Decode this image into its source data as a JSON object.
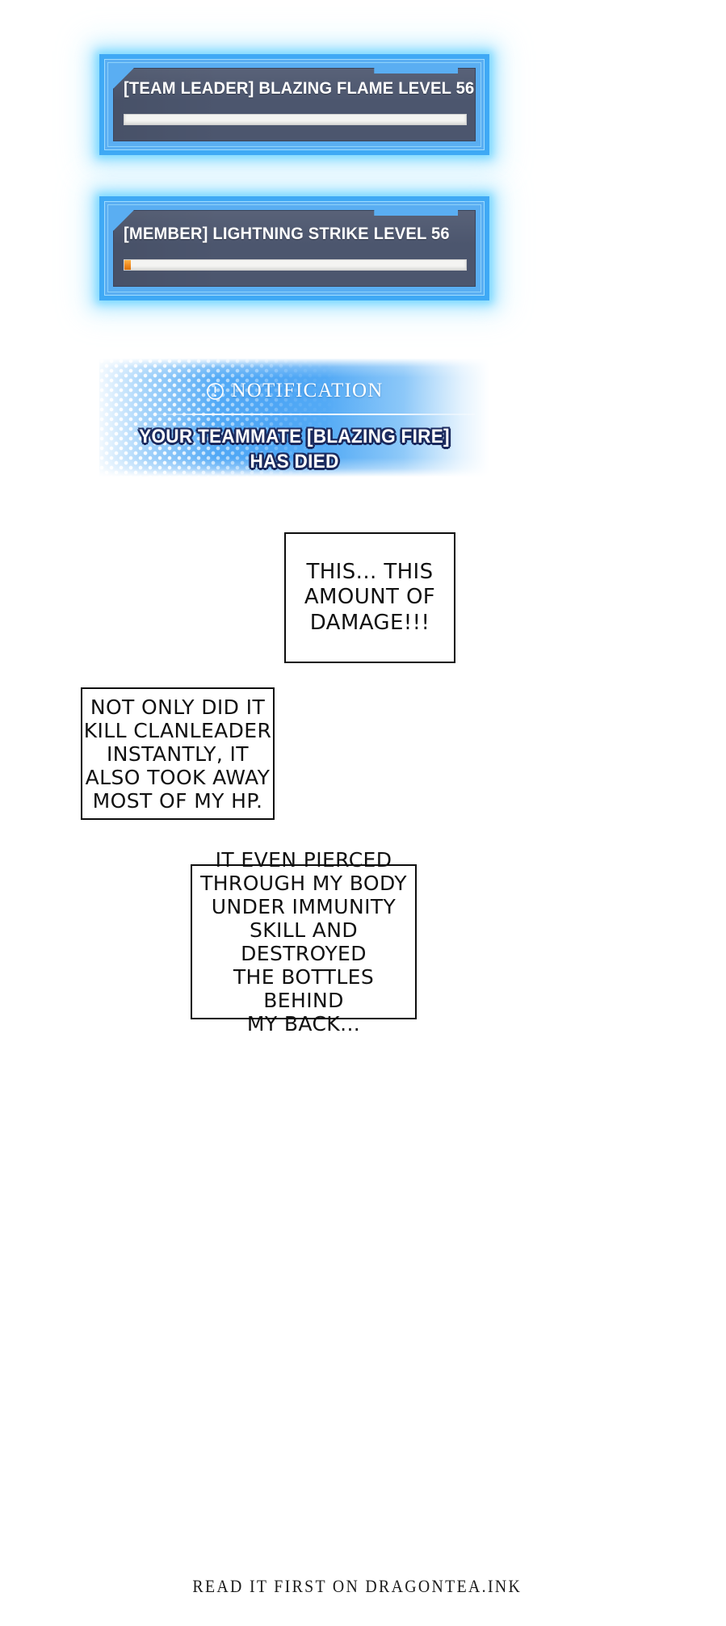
{
  "hud_panels": [
    {
      "name_label": "[TEAM LEADER] BLAZING FLAME LEVEL 56",
      "role": "TEAM LEADER",
      "player": "BLAZING FLAME",
      "level": "56",
      "hp_percent": 0,
      "hp_fill_color": "#f08a20",
      "hp_track_color": "#f4f4f2",
      "frame_color": "#3fa9f5",
      "panel_color": "#4c566e"
    },
    {
      "name_label": "[MEMBER] LIGHTNING STRIKE LEVEL 56",
      "role": "MEMBER",
      "player": "LIGHTNING STRIKE",
      "level": "56",
      "hp_percent": 2,
      "hp_fill_color": "#f08a20",
      "hp_track_color": "#f4f4f2",
      "frame_color": "#3fa9f5",
      "panel_color": "#4c566e"
    }
  ],
  "notification": {
    "icon": "exclamation-circle-icon",
    "title": "NOTIFICATION",
    "line1": "YOUR TEAMMATE [BLAZING FIRE]",
    "line2": "HAS DIED",
    "text_color": "#ffffff",
    "outline_color": "#1b2a5e",
    "background_color": "#4ea6f5"
  },
  "bubbles": [
    {
      "id": "damage",
      "text": "THIS... THIS\nAMOUNT OF\nDAMAGE!!!"
    },
    {
      "id": "killed",
      "text": "NOT ONLY DID IT\nKILL CLANLEADER\nINSTANTLY, IT\nALSO TOOK AWAY\nMOST OF MY HP."
    },
    {
      "id": "pierced",
      "text": "IT EVEN PIERCED\nTHROUGH MY BODY\nUNDER IMMUNITY\nSKILL AND DESTROYED\nTHE BOTTLES BEHIND\nMY BACK..."
    }
  ],
  "footer": {
    "watermark": "READ IT FIRST ON DRAGONTEA.INK"
  }
}
